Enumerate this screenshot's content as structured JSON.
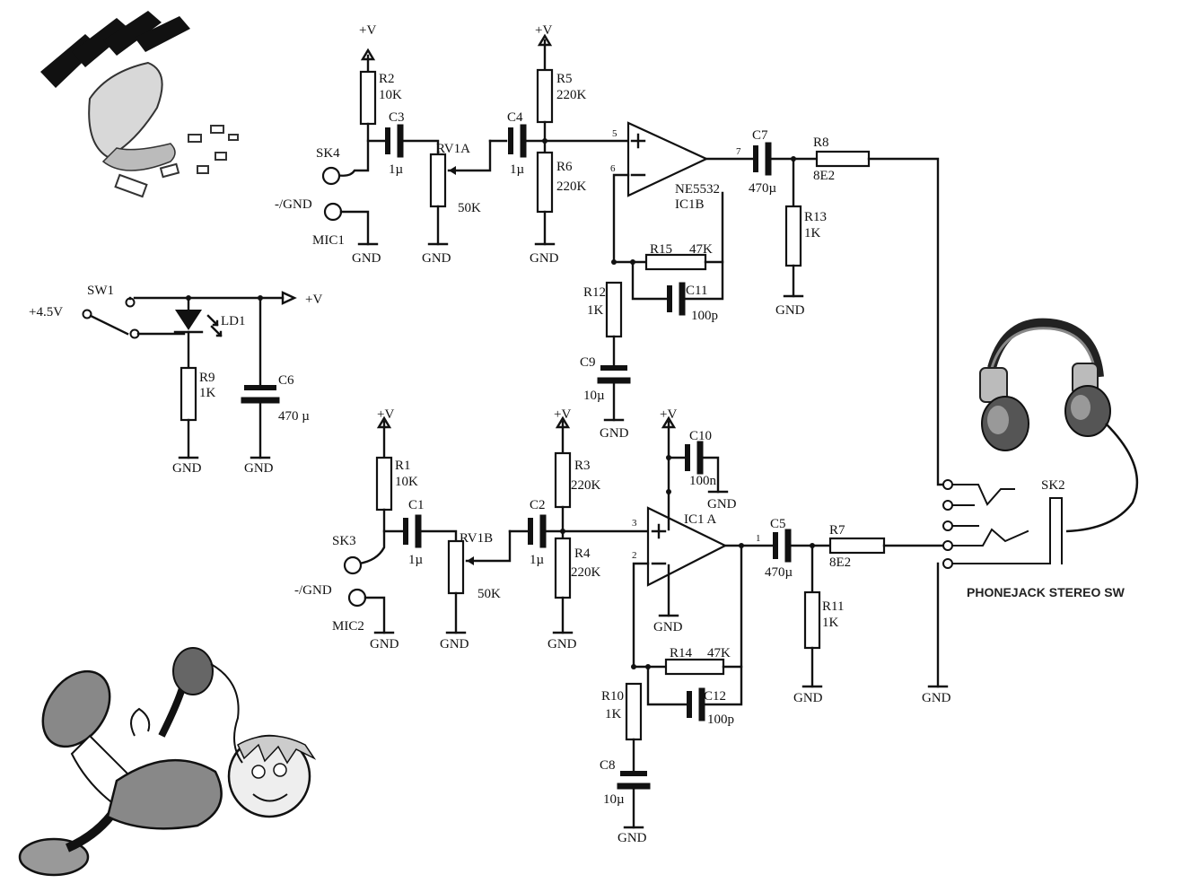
{
  "schematic": {
    "rails": {
      "vplus": "+V",
      "gnd": "GND",
      "battery": "+4.5V"
    },
    "power": {
      "sw": "SW1",
      "led": "LD1",
      "r9": {
        "ref": "R9",
        "value": "1K"
      },
      "c6": {
        "ref": "C6",
        "value": "470 µ"
      },
      "rail_out": "+V"
    },
    "left_channel": {
      "sk4": "SK4",
      "mic_gnd": "-/GND",
      "mic": "MIC1",
      "r2": {
        "ref": "R2",
        "value": "10K"
      },
      "c3": {
        "ref": "C3",
        "value": "1µ"
      },
      "rv1a": {
        "ref": "RV1A",
        "value": "50K"
      },
      "c4": {
        "ref": "C4",
        "value": "1µ"
      },
      "r5": {
        "ref": "R5",
        "value": "220K"
      },
      "r6": {
        "ref": "R6",
        "value": "220K"
      },
      "ic1b": {
        "part": "NE5532",
        "ref": "IC1B",
        "pin_plus": "5",
        "pin_minus": "6",
        "pin_out": "7"
      },
      "c7": {
        "ref": "C7",
        "value": "470µ"
      },
      "r8": {
        "ref": "R8",
        "value": "8E2"
      },
      "r13": {
        "ref": "R13",
        "value": "1K"
      },
      "r15": {
        "ref": "R15",
        "value": "47K"
      },
      "c11": {
        "ref": "C11",
        "value": "100p"
      },
      "r12": {
        "ref": "R12",
        "value": "1K"
      },
      "c9": {
        "ref": "C9",
        "value": "10µ"
      }
    },
    "right_channel": {
      "sk3": "SK3",
      "mic_gnd": "-/GND",
      "mic": "MIC2",
      "r1": {
        "ref": "R1",
        "value": "10K"
      },
      "c1": {
        "ref": "C1",
        "value": "1µ"
      },
      "rv1b": {
        "ref": "RV1B",
        "value": "50K"
      },
      "c2": {
        "ref": "C2",
        "value": "1µ"
      },
      "r3": {
        "ref": "R3",
        "value": "220K"
      },
      "r4": {
        "ref": "R4",
        "value": "220K"
      },
      "ic1a": {
        "ref": "IC1 A",
        "pin_plus": "3",
        "pin_minus": "2",
        "pin_out": "1"
      },
      "c10": {
        "ref": "C10",
        "value": "100n"
      },
      "c5": {
        "ref": "C5",
        "value": "470µ"
      },
      "r7": {
        "ref": "R7",
        "value": "8E2"
      },
      "r11": {
        "ref": "R11",
        "value": "1K"
      },
      "r14": {
        "ref": "R14",
        "value": "47K"
      },
      "c12": {
        "ref": "C12",
        "value": "100p"
      },
      "r10": {
        "ref": "R10",
        "value": "1K"
      },
      "c8": {
        "ref": "C8",
        "value": "10µ"
      }
    },
    "output": {
      "sk2": "SK2",
      "jack": "PHONEJACK STEREO SW"
    }
  }
}
